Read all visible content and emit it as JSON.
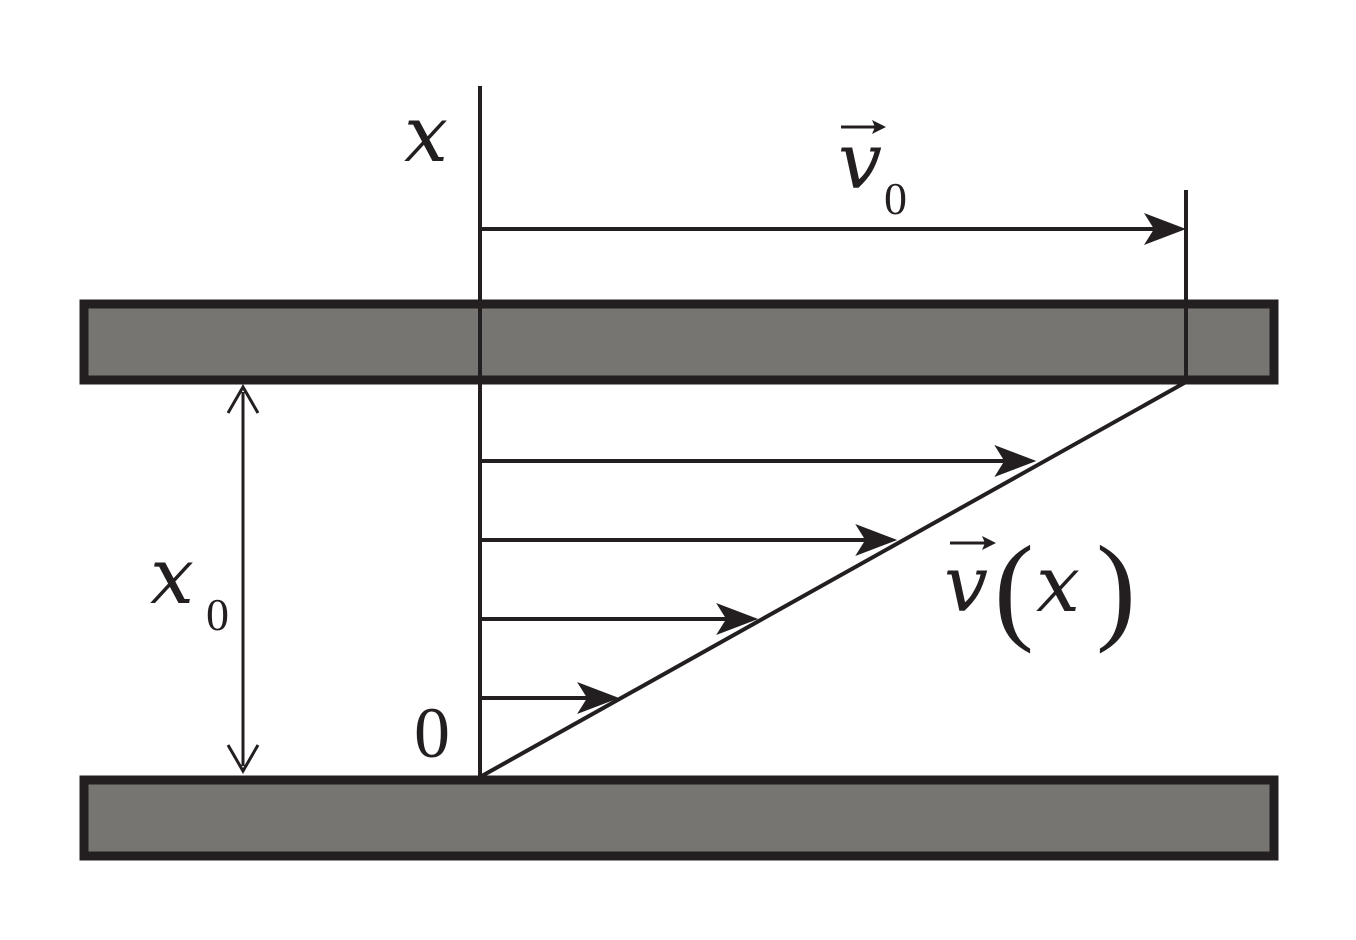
{
  "labels": {
    "x_axis": "x",
    "origin": "0",
    "gap_symbol": "x",
    "gap_subscript": "0",
    "top_velocity_symbol": "v",
    "top_velocity_subscript": "0",
    "profile_symbol": "v",
    "profile_open_paren": "(",
    "profile_argument": "x",
    "profile_close_paren": ")"
  },
  "profile": {
    "plate_velocity": 1,
    "arrow_levels": [
      0.2,
      0.4,
      0.6,
      0.8
    ]
  },
  "colors": {
    "plate_fill": "#777572",
    "ink": "#231f20"
  }
}
